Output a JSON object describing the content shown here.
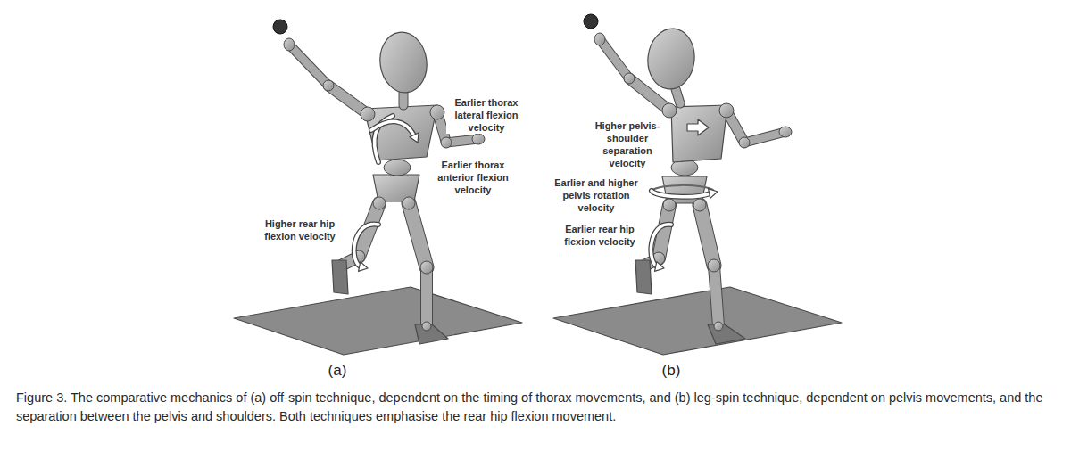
{
  "diagram": {
    "caption": "Figure 3. The comparative mechanics of (a) off-spin technique, dependent on the timing of thorax movements, and (b) leg-spin technique, dependent on pelvis movements, and the separation between the pelvis and shoulders. Both techniques emphasise the rear hip flexion movement.",
    "labels": [
      "Earlier thorax lateral flexion velocity",
      "Earlier thorax anterior flexion velocity",
      "Higher rear hip flexion velocity",
      "(a)",
      "Higher pelvis-shoulder separation velocity",
      "Earlier and higher pelvis rotation velocity",
      "Earlier rear hip flexion velocity",
      "(b)"
    ]
  }
}
